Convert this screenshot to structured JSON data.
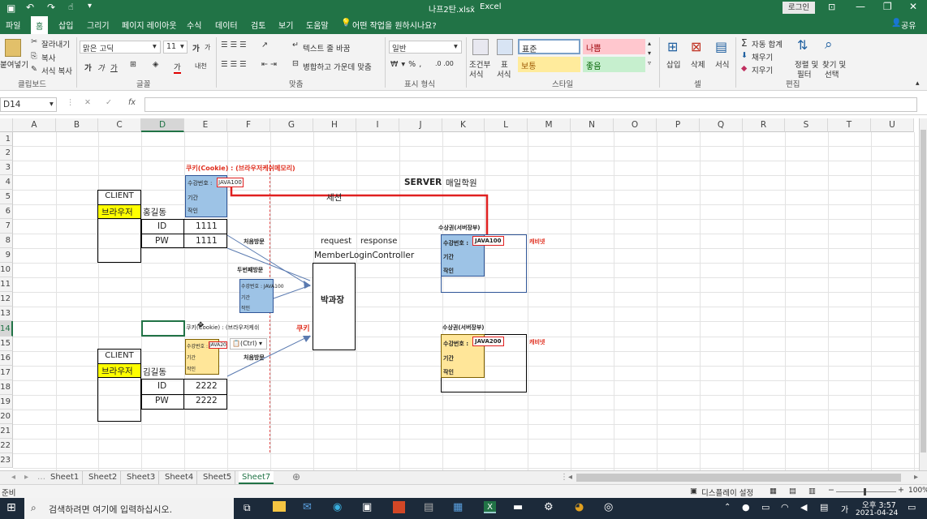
{
  "titlebar": {
    "filename": "나프2탄.xlsx",
    "separator": "-",
    "app": "Excel",
    "login": "로그인"
  },
  "tabs": [
    "파일",
    "홈",
    "삽입",
    "그리기",
    "페이지 레이아웃",
    "수식",
    "데이터",
    "검토",
    "보기",
    "도움말"
  ],
  "tellme": "어떤 작업을 원하시나요?",
  "share": "공유",
  "ribbon": {
    "clipboard": {
      "paste": "붙여넣기",
      "cut": "잘라내기",
      "copy": "복사",
      "format_painter": "서식 복사",
      "group": "클립보드"
    },
    "font": {
      "name": "맑은 고딕",
      "size": "11",
      "bold": "가",
      "italic": "가",
      "underline": "가",
      "grow": "가",
      "shrink": "가",
      "color": "가",
      "phonetic": "내천",
      "group": "글꼴"
    },
    "align": {
      "wrap": "텍스트 줄 바꿈",
      "merge": "병합하고 가운데 맞춤",
      "group": "맞춤"
    },
    "number": {
      "format": "일반",
      "group": "표시 형식"
    },
    "styles": {
      "conditional_1": "조건부",
      "conditional_2": "서식",
      "table_1": "표",
      "table_2": "서식",
      "normal": "표준",
      "bad": "나쁨",
      "neutral": "보통",
      "good": "좋음",
      "group": "스타일"
    },
    "cells": {
      "insert": "삽입",
      "delete": "삭제",
      "format": "서식",
      "group": "셀"
    },
    "editing": {
      "autosum": "자동 합계",
      "fill": "채우기",
      "clear": "지우기",
      "sort_1": "정렬 및",
      "sort_2": "필터",
      "find_1": "찾기 및",
      "find_2": "선택",
      "group": "편집"
    }
  },
  "formula": {
    "namebox": "D14",
    "fx": "fx",
    "value": ""
  },
  "columns": [
    "A",
    "B",
    "C",
    "D",
    "E",
    "F",
    "G",
    "H",
    "I",
    "J",
    "K",
    "L",
    "M",
    "N",
    "O",
    "P",
    "Q",
    "R",
    "S",
    "T",
    "U"
  ],
  "rows": [
    "1",
    "2",
    "3",
    "4",
    "5",
    "6",
    "7",
    "8",
    "9",
    "10",
    "11",
    "12",
    "13",
    "14",
    "15",
    "16",
    "17",
    "18",
    "19",
    "20",
    "21",
    "22",
    "23"
  ],
  "sheet": {
    "cookie_title": "쿠키(Cookie) : (브라우저케쉬메모리)",
    "cookie_title2": "쿠키(Cookie) : (브라우저케쉬",
    "server": "SERVER",
    "academy": "매일학원",
    "session": "세션",
    "client1": "CLIENT",
    "browser1": "브라우저",
    "name1": "홍길동",
    "id_label1": "ID",
    "id_val1": "1111",
    "pw_label1": "PW",
    "pw_val1": "1111",
    "client2": "CLIENT",
    "browser2": "브라우저",
    "name2": "김길동",
    "id_label2": "ID",
    "id_val2": "2222",
    "pw_label2": "PW",
    "pw_val2": "2222",
    "card1": {
      "no": "수강번호 :",
      "code": "JAVA100",
      "period": "기간",
      "sign": "작인"
    },
    "card2": {
      "no": "수강번호 : JAVA100",
      "period": "기간",
      "sign": "작인"
    },
    "card3": {
      "no": "수강번호 :",
      "code": "JAVA20",
      "period": "기간",
      "sign": "작인"
    },
    "first_visit": "처음방문",
    "second_visit": "두번째방문",
    "first_visit2": "처음방문",
    "request": "request",
    "response": "response",
    "controller": "MemberLoginController",
    "office": "박과장",
    "cookie_label": "쿠키",
    "ticket1_title": "수상권(서버장부)",
    "ticket1": {
      "no": "수강번호 :",
      "code": "JAVA100",
      "period": "기간",
      "sign": "작인"
    },
    "ticket2_title": "수상권(서버장부)",
    "ticket2": {
      "no": "수강번호 :",
      "code": "JAVA200",
      "period": "기간",
      "sign": "작인"
    },
    "cabinet1": "캐비넷",
    "cabinet2": "캐비넷",
    "paste_tag": "(Ctrl) ▾"
  },
  "sheets": [
    "Sheet1",
    "Sheet2",
    "Sheet3",
    "Sheet4",
    "Sheet5",
    "Sheet7"
  ],
  "status": {
    "ready": "준비",
    "display": "디스플레이 설정",
    "zoom": "100%"
  },
  "taskbar": {
    "search": "검색하려면 여기에 입력하십시오.",
    "time": "오후 3:57",
    "date": "2021-04-24",
    "ime": "가"
  }
}
